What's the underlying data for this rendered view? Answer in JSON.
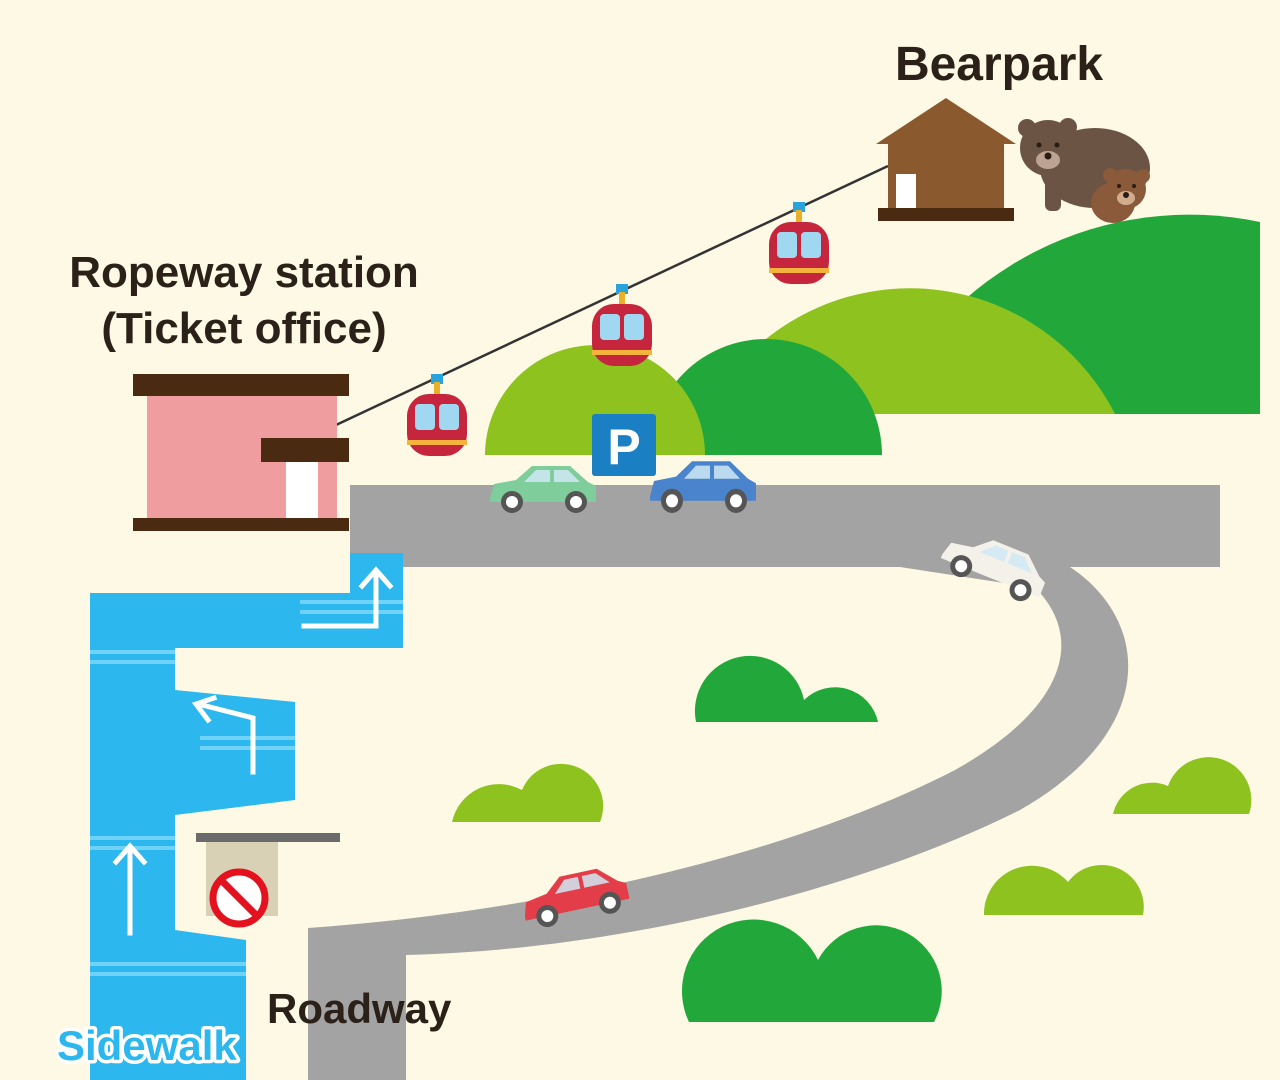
{
  "labels": {
    "bearpark": "Bearpark",
    "station_line1": "Ropeway station",
    "station_line2": "(Ticket office)",
    "roadway": "Roadway",
    "sidewalk": "Sidewalk",
    "parking": "P"
  },
  "colors": {
    "background": "#fdf9e4",
    "road": "#a3a3a3",
    "sidewalk": "#2cb7ee",
    "sidewalk_stripe": "#6fd2f6",
    "hill_light": "#8dc21f",
    "hill_dark": "#22a83a",
    "station_wall": "#f09d9f",
    "station_roof": "#4a2b12",
    "cabin_house": "#8a5a2e",
    "gondola": "#c5263d",
    "parking_sign": "#1b7fc4",
    "label_text": "#2b2118"
  },
  "icons": {
    "gondola": "gondola-car-icon",
    "parking": "parking-sign-icon",
    "no_entry": "no-entry-icon",
    "bear": "bear-icon",
    "arrow": "arrow-icon",
    "car": "car-icon"
  }
}
